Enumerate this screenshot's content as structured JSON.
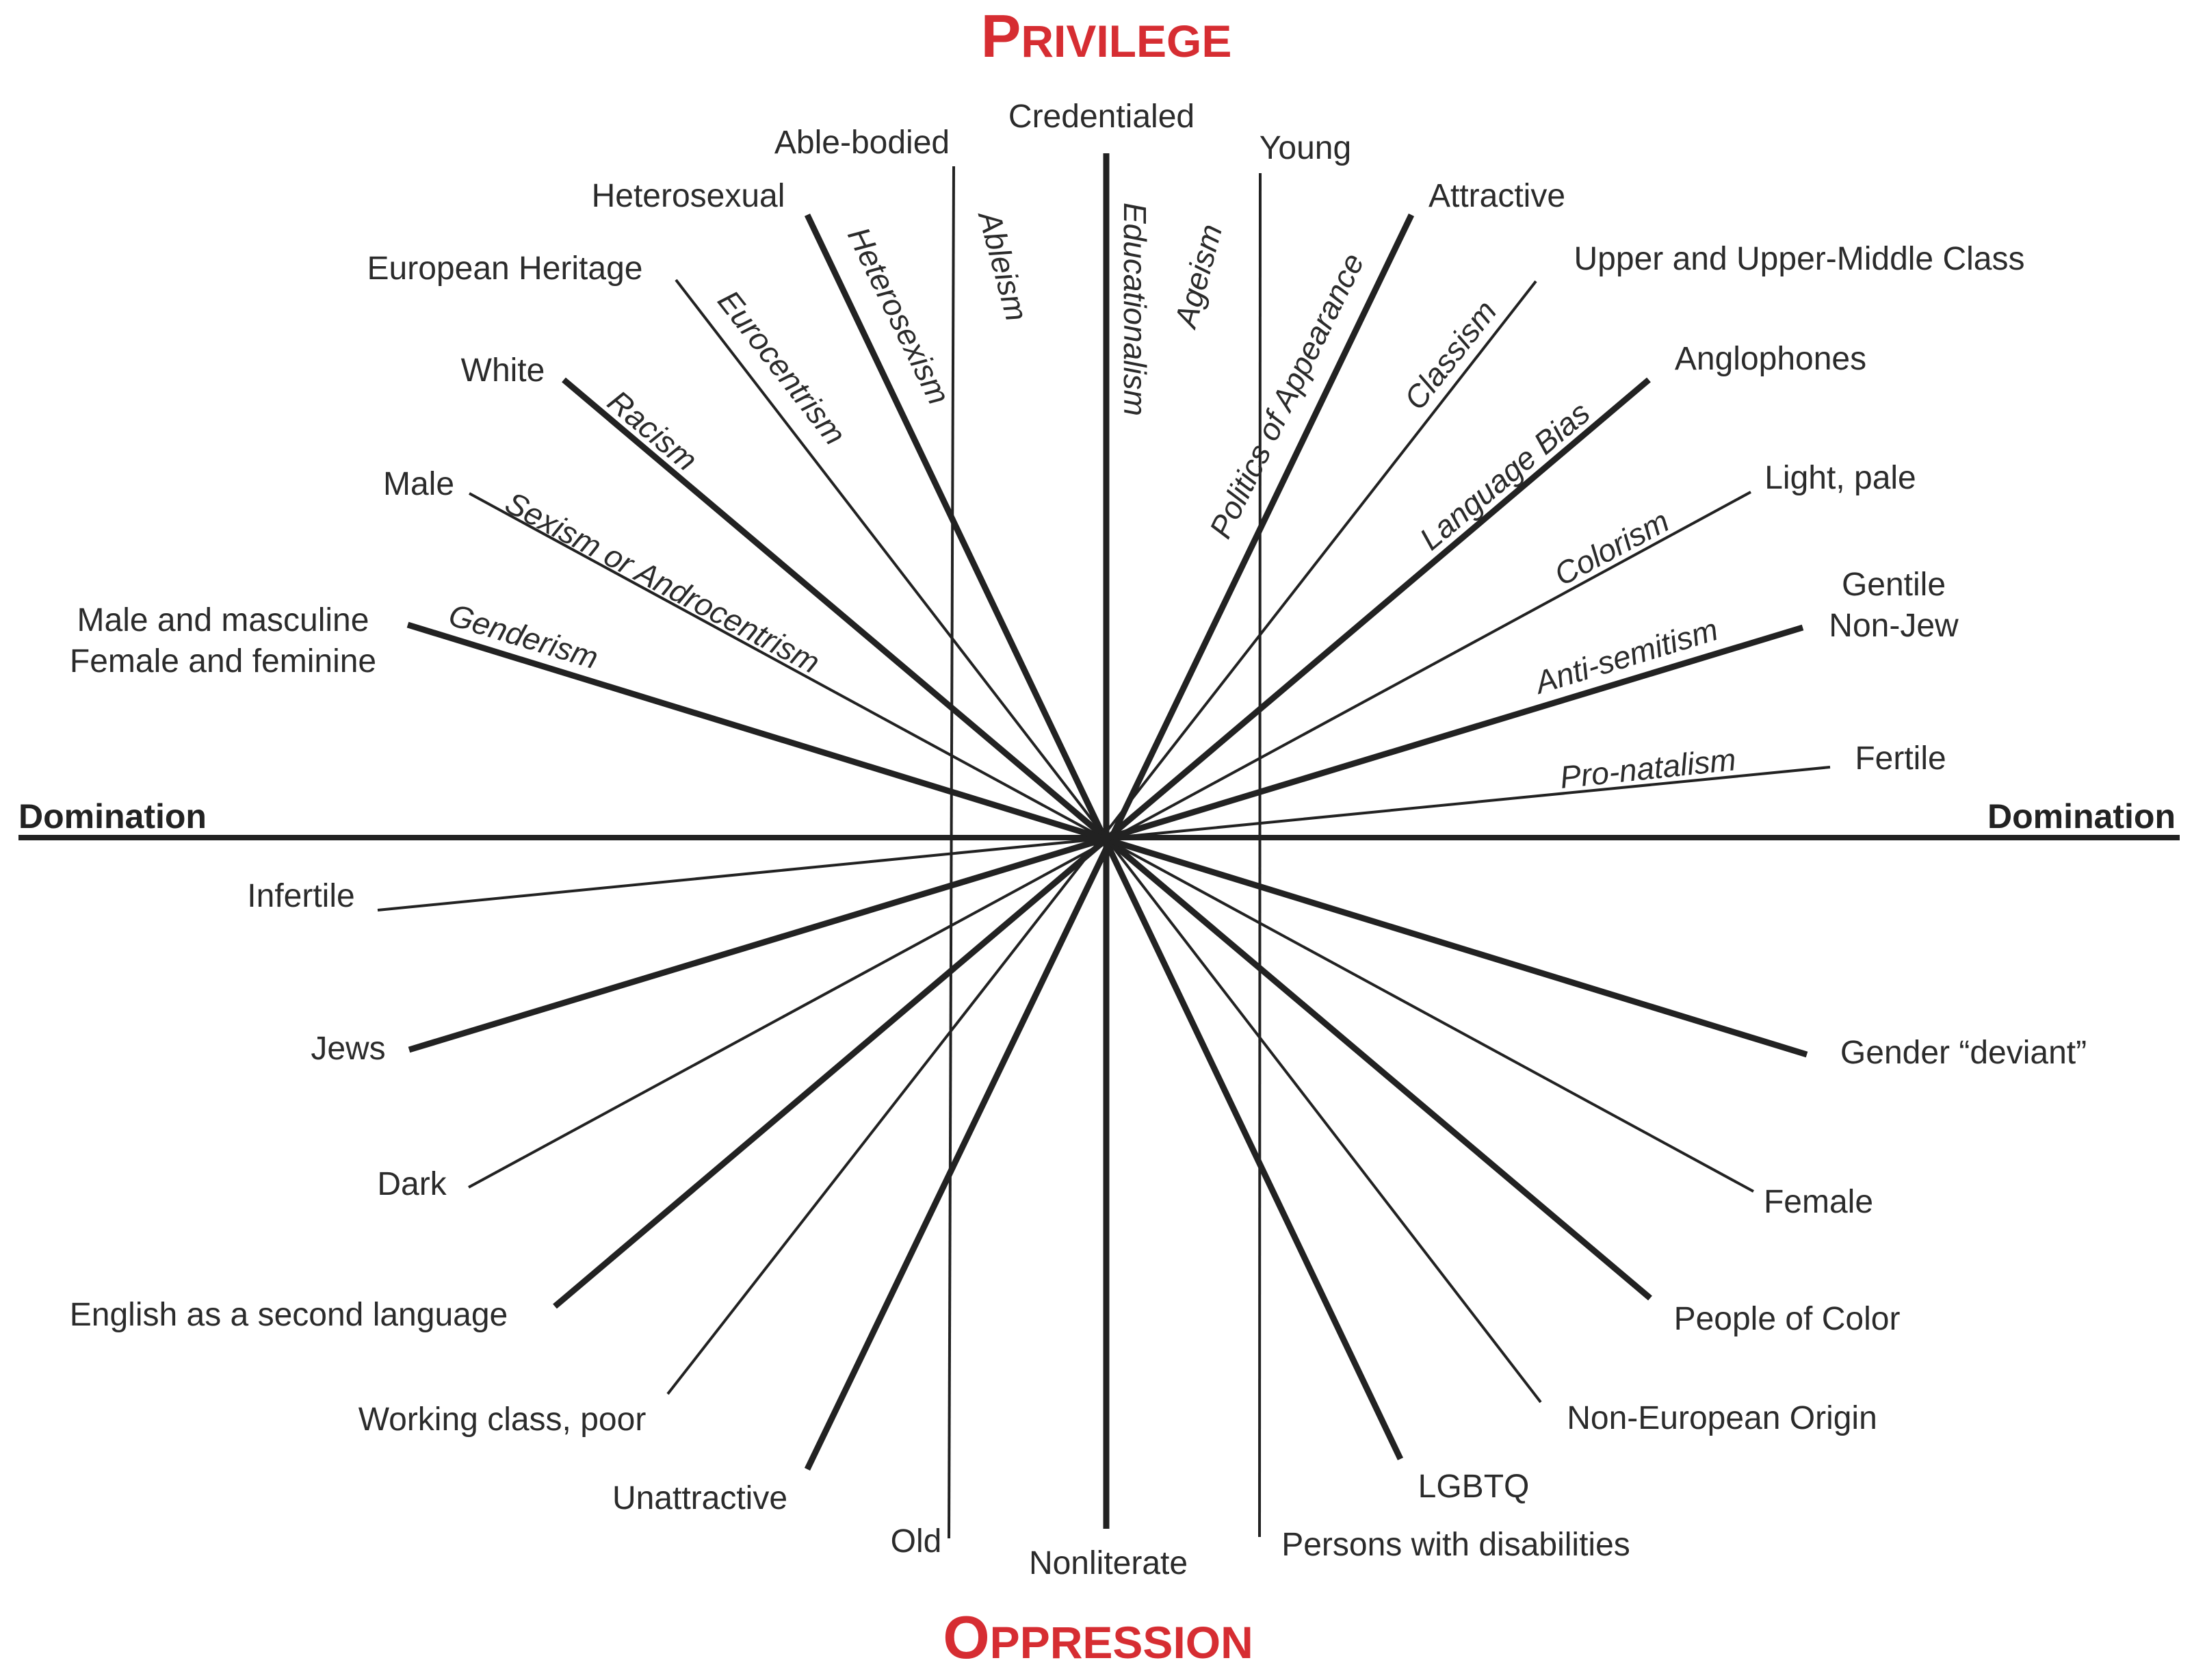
{
  "title_top": {
    "first": "P",
    "rest": "RIVILEGE"
  },
  "title_bottom": {
    "first": "O",
    "rest": "PPRESSION"
  },
  "axis": {
    "left": "Domination",
    "right": "Domination"
  },
  "colors": {
    "title": "#d62d32",
    "lines": "#222222",
    "text": "#2b2b2b"
  },
  "top_labels": {
    "credentialed": "Credentialed",
    "able_bodied": "Able-bodied",
    "young": "Young",
    "heterosexual": "Heterosexual",
    "attractive": "Attractive",
    "european_heritage": "European Heritage",
    "upper_class": "Upper and Upper-Middle Class",
    "white": "White",
    "anglophones": "Anglophones",
    "male": "Male",
    "light_pale": "Light, pale",
    "gender_line1": "Male and masculine",
    "gender_line2": "Female and feminine",
    "gentile_line1": "Gentile",
    "gentile_line2": "Non-Jew",
    "fertile": "Fertile"
  },
  "isms": {
    "educationalism": "Educationalism",
    "ableism": "Ableism",
    "ageism": "Ageism",
    "heterosexism": "Heterosexism",
    "politics_of_appearance": "Politics of Appearance",
    "eurocentrism": "Eurocentrism",
    "classism": "Classism",
    "racism": "Racism",
    "language_bias": "Language Bias",
    "sexism": "Sexism or Androcentrism",
    "colorism": "Colorism",
    "genderism": "Genderism",
    "anti_semitism": "Anti-semitism",
    "pro_natalism": "Pro-natalism"
  },
  "bottom_labels": {
    "infertile": "Infertile",
    "jews": "Jews",
    "dark": "Dark",
    "esl": "English as a second language",
    "working_class": "Working class, poor",
    "unattractive": "Unattractive",
    "old": "Old",
    "nonliterate": "Nonliterate",
    "disabilities": "Persons with disabilities",
    "lgbtq": "LGBTQ",
    "non_european": "Non-European Origin",
    "people_of_color": "People of Color",
    "female": "Female",
    "gender_deviant": "Gender “deviant”"
  }
}
